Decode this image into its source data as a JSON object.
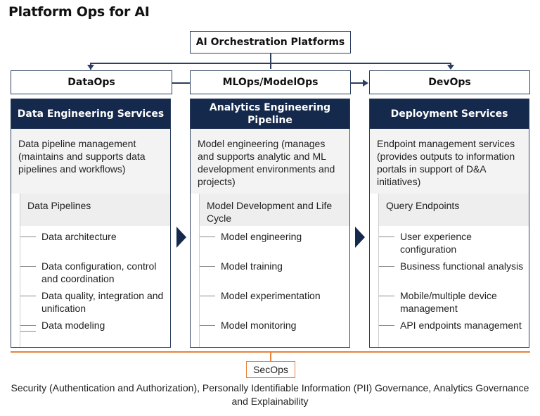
{
  "title": "Platform Ops for AI",
  "top_box": "AI Orchestration Platforms",
  "ops": [
    "DataOps",
    "MLOps/ModelOps",
    "DevOps"
  ],
  "columns": [
    {
      "header": "Data Engineering Services",
      "description": "Data pipeline management (maintains and supports data pipelines and workflows)",
      "sub_header": "Data Pipelines",
      "items": [
        "Data architecture",
        "Data configuration, control and coordination",
        "Data quality, integration and unification",
        "Data modeling"
      ]
    },
    {
      "header": "Analytics Engineering Pipeline",
      "description": "Model engineering (manages and supports analytic and ML development environments and projects)",
      "sub_header": "Model Development and Life Cycle",
      "items": [
        "Model engineering",
        "Model training",
        "Model experimentation",
        "Model monitoring"
      ]
    },
    {
      "header": "Deployment Services",
      "description": "Endpoint management services (provides outputs to information portals in support of D&A initiatives)",
      "sub_header": "Query Endpoints",
      "items": [
        "User experience configuration",
        "Business functional analysis",
        "Mobile/multiple device management",
        "API endpoints management"
      ]
    }
  ],
  "secops": "SecOps",
  "footer": "Security (Authentication and Authorization), Personally Identifiable Information (PII) Governance, Analytics Governance and Explainability",
  "colors": {
    "navy": "#14294b",
    "orange": "#e8823a",
    "border": "#2c3f5e"
  }
}
